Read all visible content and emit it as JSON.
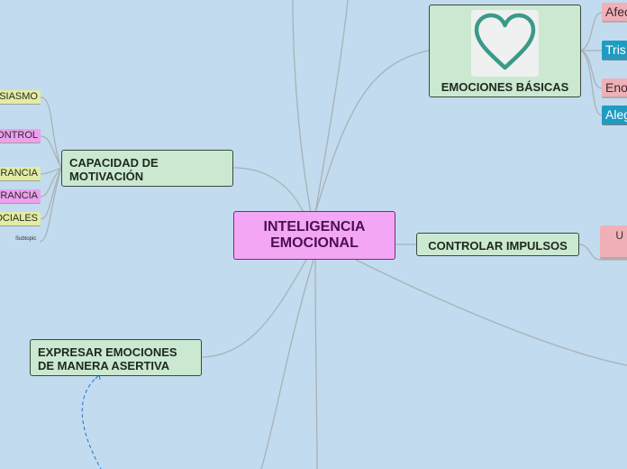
{
  "central": {
    "line1": "INTELIGENCIA",
    "line2": "EMOCIONAL"
  },
  "topics": {
    "emociones_basicas": "EMOCIONES BÁSICAS",
    "capacidad_motivacion_1": "CAPACIDAD DE",
    "capacidad_motivacion_2": "MOTIVACIÓN",
    "controlar_impulsos": "CONTROLAR IMPULSOS",
    "expresar_1": "EXPRESAR EMOCIONES",
    "expresar_2": "DE MANERA ASERTIVA"
  },
  "left_subtopics": [
    "SIASMO",
    "ONTROL",
    "ERANCIA",
    "ERANCIA",
    "OCIALES"
  ],
  "left_plain_subtopic": "Subtopic",
  "right_subtopics": [
    "Afec",
    "Tris",
    "Eno",
    "Aleg"
  ],
  "controlar_partial": "U",
  "icon": "heart-icon",
  "colors": {
    "background": "#c2dbee",
    "topic_fill": "#cbe8d0",
    "central_fill": "#f3a6f4",
    "sub_yellow": "#e3eca2",
    "sub_pink": "#ee9fee",
    "heart": "#3a9a88",
    "emotion_rose": "#efb0b7",
    "emotion_blue": "#1e9cc2"
  }
}
